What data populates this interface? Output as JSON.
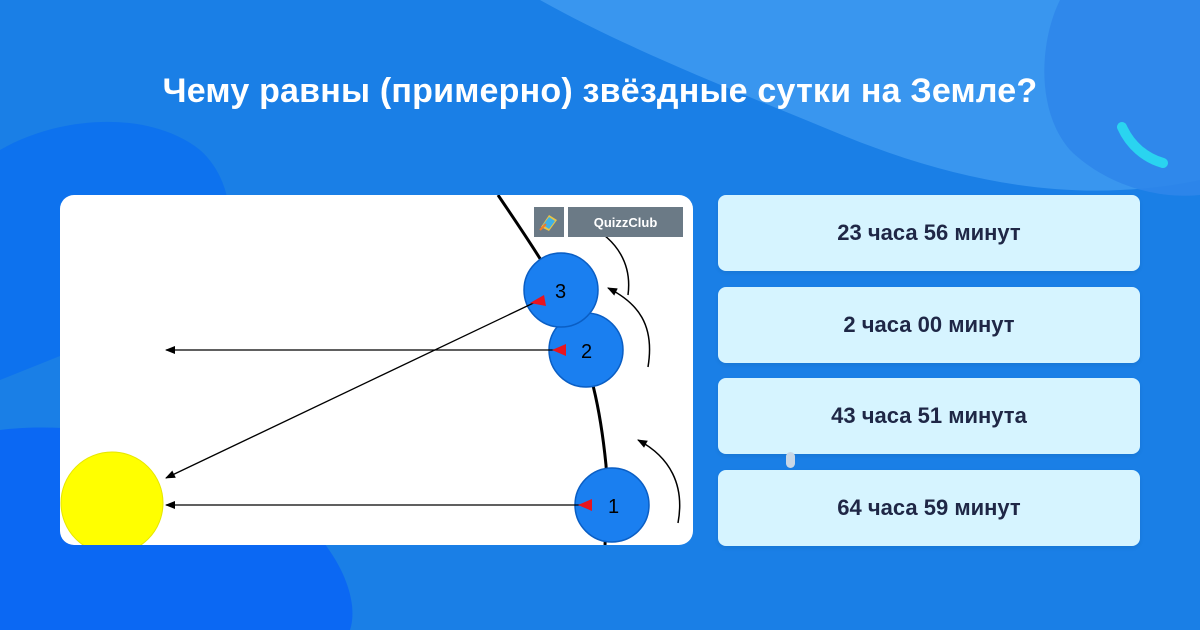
{
  "question": {
    "title": "Чему равны (примерно) звёздные сутки на Земле?"
  },
  "image": {
    "labels": [
      "1",
      "2",
      "3"
    ],
    "watermark": "QuizzClub"
  },
  "answers": [
    {
      "label": "23 часа 56 минут"
    },
    {
      "label": "2 часа 00 минут"
    },
    {
      "label": "43 часа 51 минута"
    },
    {
      "label": "64 часа 59 минут"
    }
  ],
  "colors": {
    "background": "#1a7fe6",
    "answer_bg": "#d6f4ff",
    "answer_text": "#1f2746",
    "planet": "#1a7ff0",
    "sun": "#ffff00",
    "accent_cyan": "#2ad4f0"
  },
  "icons": {
    "watermark_logo": "graduation-cap-icon",
    "decoration": "arc-icon"
  }
}
